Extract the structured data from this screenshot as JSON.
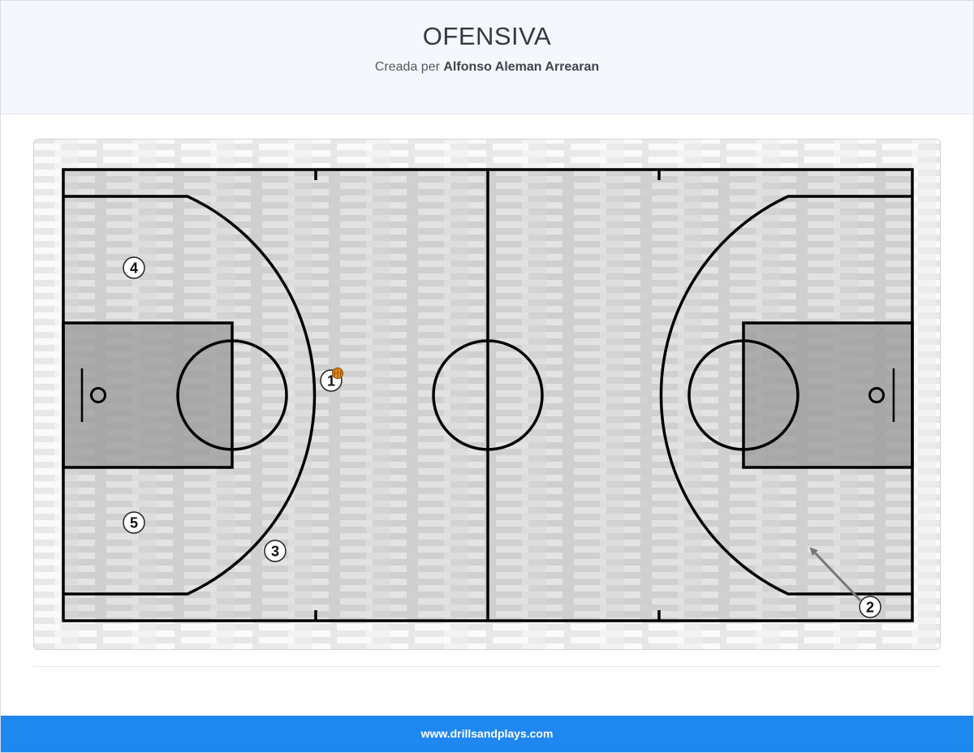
{
  "header": {
    "title": "OFENSIVA",
    "created_prefix": "Creada per",
    "author": "Alfonso Aleman Arrearan"
  },
  "diagram": {
    "players": [
      {
        "label": "1",
        "has_ball": true
      },
      {
        "label": "2",
        "has_ball": false
      },
      {
        "label": "3",
        "has_ball": false
      },
      {
        "label": "4",
        "has_ball": false
      },
      {
        "label": "5",
        "has_ball": false
      }
    ],
    "movement": {
      "player": "2",
      "type": "arrow",
      "color": "#777777"
    },
    "colors": {
      "lines": "#000000",
      "floor": "#d8d8d8",
      "paint": "#9a9a9a",
      "ball": "#e88a1a"
    }
  },
  "footer": {
    "site": "www.drillsandplays.com"
  }
}
